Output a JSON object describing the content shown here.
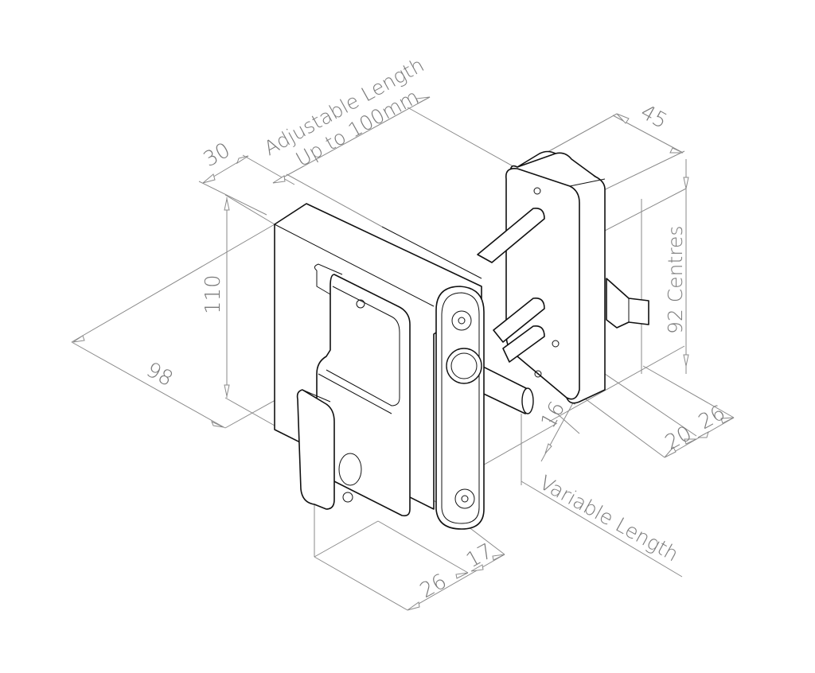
{
  "drawing": {
    "subject": "Gate lock isometric dimension drawing",
    "colors": {
      "part_line": "#111111",
      "dimension_line": "#8a8a8a",
      "dimension_text": "#7a7a7a",
      "background": "#ffffff"
    },
    "dimensions": {
      "adjustable_length_line1": "Adjustable Length",
      "adjustable_length_line2": "Up to 100mm",
      "top_depth": "30",
      "rear_depth": "45",
      "body_height": "110",
      "body_width": "98",
      "centres": "92 Centres",
      "spindle_dia": "16",
      "rear_offset_a": "20",
      "rear_offset_b": "26",
      "variable_length": "Variable Length",
      "front_depth_a": "26",
      "front_depth_b": "17"
    },
    "units": "mm"
  }
}
